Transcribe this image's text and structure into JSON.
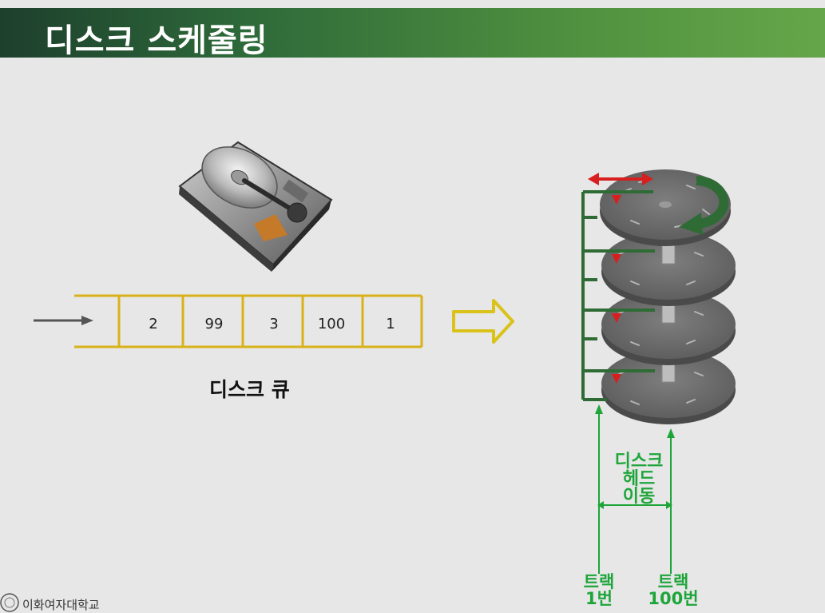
{
  "slide": {
    "title": "디스크 스케줄링",
    "queue": {
      "cells": [
        "2",
        "99",
        "3",
        "100",
        "1"
      ],
      "label": "디스크 큐"
    },
    "disk": {
      "head_move_label": [
        "디스크",
        "헤드",
        "이동"
      ],
      "track_start_label": [
        "트랙",
        "1번"
      ],
      "track_end_label": [
        "트랙",
        "100번"
      ]
    },
    "footer": {
      "org": "이화여자대학교"
    },
    "colors": {
      "title_start": "#1d3f2c",
      "title_end": "#66a64a",
      "queue_border": "#d9b21a",
      "arrow_fill": "#d9c21a",
      "platter": "#707070",
      "head_arm": "#2f6b34",
      "accent_green": "#1ea53a",
      "red_arrow": "#d71f1f"
    }
  }
}
